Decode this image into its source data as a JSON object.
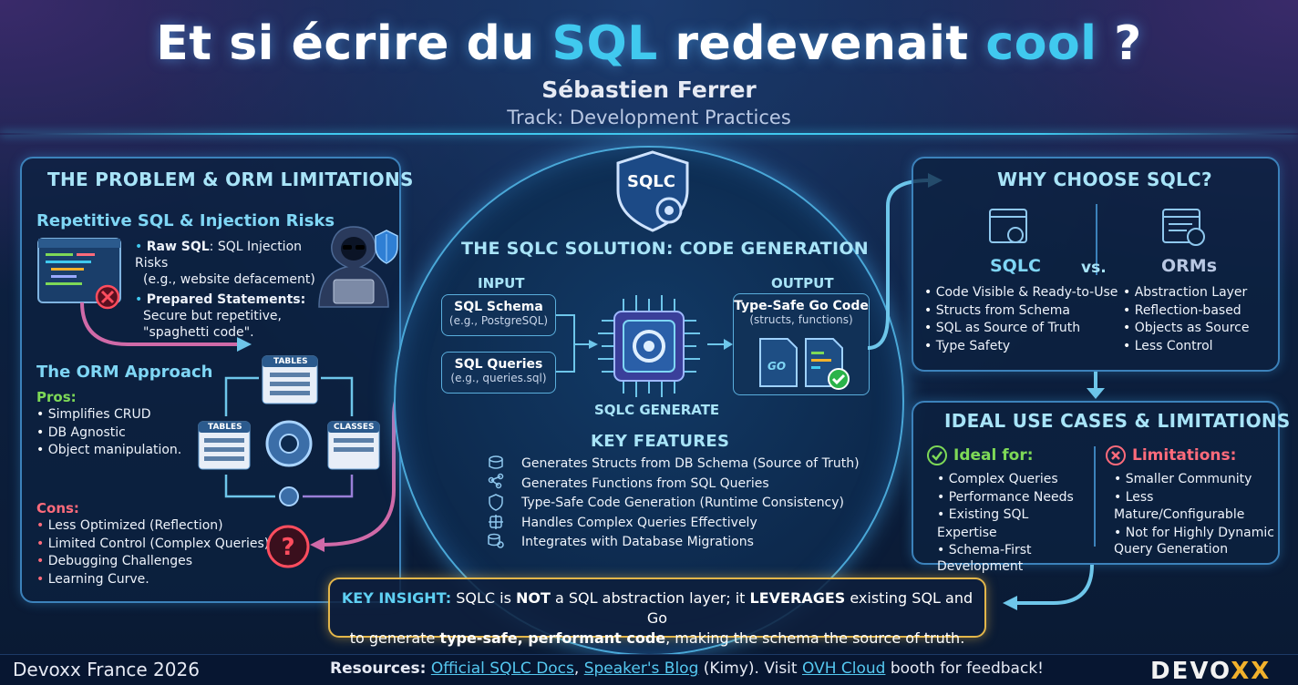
{
  "header": {
    "title_pre": "Et si écrire du ",
    "title_hl1": "SQL",
    "title_mid": " redevenait ",
    "title_hl2": "cool",
    "title_post": " ?",
    "speaker": "Sébastien Ferrer",
    "track": "Track: Development Practices"
  },
  "problem": {
    "title": "THE PROBLEM & ORM LIMITATIONS",
    "sub1": "Repetitive SQL & Injection Risks",
    "raw_label": "Raw SQL",
    "raw_text": ": SQL Injection Risks",
    "raw_text2": "(e.g., website defacement)",
    "prep_label": "Prepared Statements:",
    "prep_text": "Secure but repetitive,",
    "prep_text2": "\"spaghetti code\".",
    "orm_title": "The ORM Approach",
    "pros_label": "Pros:",
    "pros": [
      "Simplifies CRUD",
      "DB Agnostic",
      "Object manipulation."
    ],
    "cons_label": "Cons:",
    "cons": [
      "Less Optimized (Reflection)",
      "Limited Control (Complex Queries)",
      "Debugging Challenges",
      "Learning Curve."
    ],
    "diagram": {
      "tables_top": "TABLES",
      "tables_left": "TABLES",
      "classes": "CLASSES"
    }
  },
  "solution": {
    "badge": "SQLC",
    "title": "THE SQLC SOLUTION: CODE GENERATION",
    "input_label": "INPUT",
    "output_label": "OUTPUT",
    "schema_title": "SQL Schema",
    "schema_sub": "(e.g., PostgreSQL)",
    "queries_title": "SQL Queries",
    "queries_sub": "(e.g., queries.sql)",
    "generate_label": "SQLC GENERATE",
    "output_title": "Type-Safe Go Code",
    "output_sub": "(structs, functions)",
    "go_label": "GO",
    "features_title": "KEY FEATURES",
    "features": [
      "Generates Structs from DB Schema (Source of Truth)",
      "Generates Functions from SQL Queries",
      "Type-Safe Code Generation (Runtime Consistency)",
      "Handles Complex Queries Effectively",
      "Integrates with Database Migrations"
    ]
  },
  "why": {
    "title": "WHY CHOOSE SQLC?",
    "sqlc_label": "SQLC",
    "vs": "vs.",
    "orm_label": "ORMs",
    "sqlc_points": [
      "Code Visible & Ready-to-Use",
      "Structs from Schema",
      "SQL as Source of Truth",
      "Type Safety"
    ],
    "orm_points": [
      "Abstraction Layer",
      "Reflection-based",
      "Objects as Source",
      "Less Control"
    ]
  },
  "usecases": {
    "title": "IDEAL USE CASES & LIMITATIONS",
    "ideal_label": "Ideal for:",
    "ideal": [
      "Complex Queries",
      "Performance Needs",
      "Existing SQL Expertise",
      "Schema-First Development"
    ],
    "limits_label": "Limitations:",
    "limits": [
      "Smaller Community",
      "Less Mature/Configurable",
      "Not for Highly Dynamic Query Generation"
    ]
  },
  "insight": {
    "key": "KEY INSIGHT:",
    "t1": " SQLC is ",
    "not": "NOT",
    "t2": " a SQL abstraction layer; it ",
    "leverages": "LEVERAGES",
    "t3": " existing SQL and Go",
    "t4": "to generate ",
    "bold": "type-safe, performant code",
    "t5": ", making the schema the source of truth."
  },
  "footer": {
    "event": "Devoxx France 2026",
    "res_label": "Resources:",
    "link1": "Official SQLC Docs",
    "sep": ", ",
    "link2": "Speaker's Blog",
    "kimy": " (Kimy). Visit ",
    "link3": "OVH Cloud",
    "tail": " booth for feedback!",
    "logo_a": "DEVO",
    "logo_b": "XX"
  },
  "colors": {
    "accent": "#40c9ef",
    "pros": "#7ed957",
    "cons": "#ff6b7b",
    "insight_border": "#e3b64a"
  }
}
